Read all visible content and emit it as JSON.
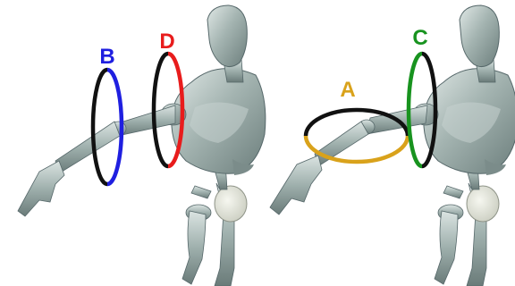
{
  "panels": {
    "left": {
      "rings": [
        {
          "id": "B",
          "label": "B",
          "color": "#1f1fe0",
          "back_color": "#111111"
        },
        {
          "id": "D",
          "label": "D",
          "color": "#e81c1c",
          "back_color": "#111111"
        }
      ]
    },
    "right": {
      "rings": [
        {
          "id": "A",
          "label": "A",
          "color": "#d9a21b",
          "back_color": "#111111"
        },
        {
          "id": "C",
          "label": "C",
          "color": "#18931f",
          "back_color": "#111111"
        }
      ]
    }
  },
  "colors": {
    "body_fill": "#a4b4b1",
    "body_shade": "#6f8280",
    "body_highlight": "#e3ebe9",
    "joint_disc": "#e4e6dc",
    "outline": "#4d5c5a"
  }
}
